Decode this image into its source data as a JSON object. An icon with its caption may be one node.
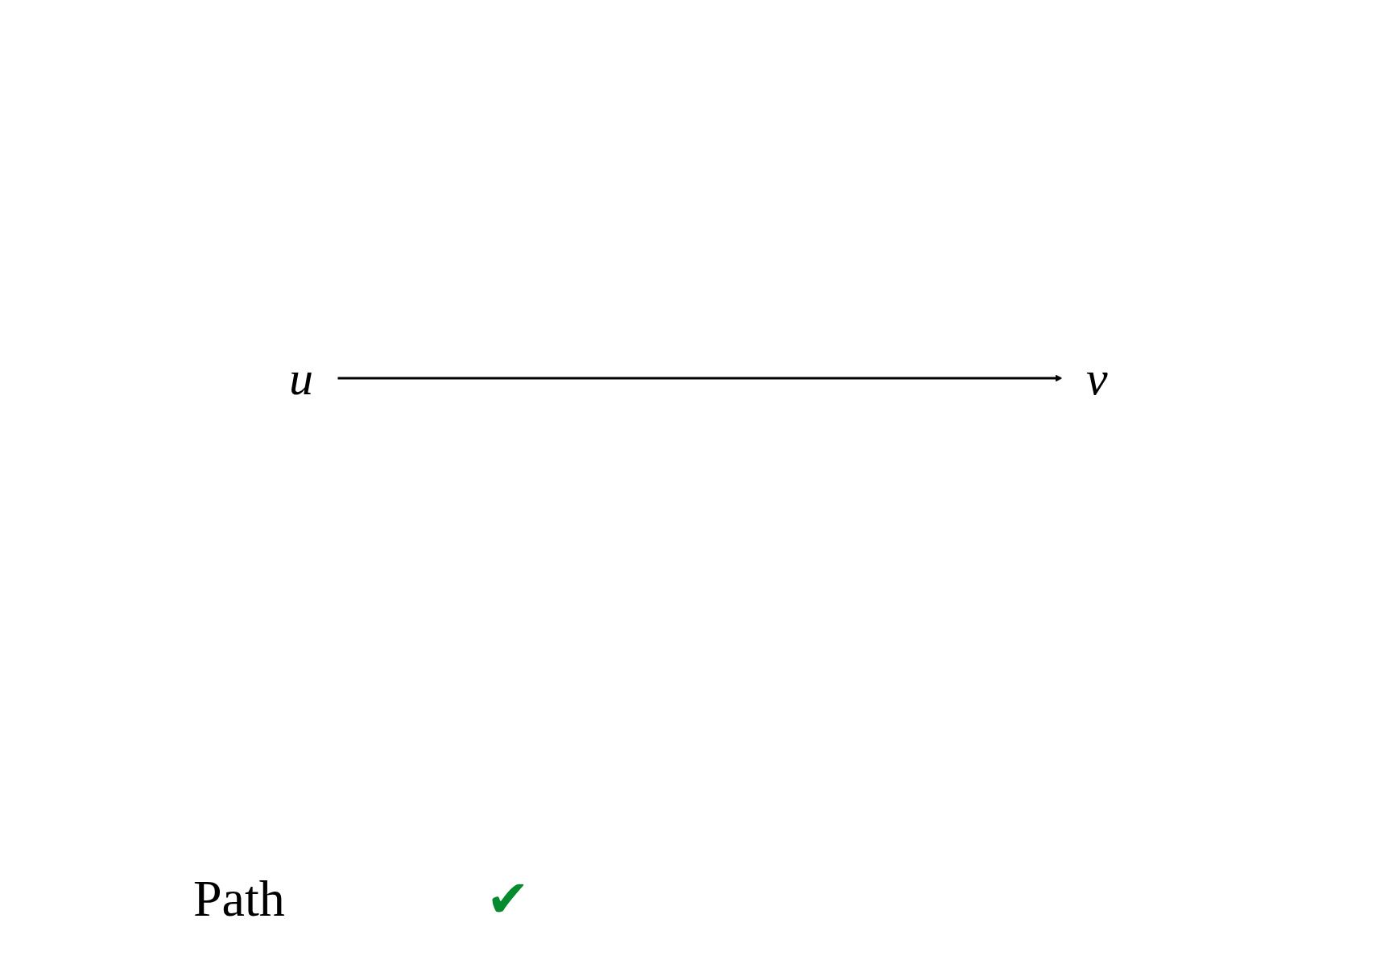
{
  "diagram": {
    "nodes": [
      {
        "text": [
          "u"
        ]
      },
      {
        "text": [
          "v"
        ]
      }
    ],
    "edges": [
      {
        "from": 0,
        "to": 1,
        "arrow": "to"
      }
    ],
    "labels": [
      "Path",
      "✔"
    ]
  }
}
